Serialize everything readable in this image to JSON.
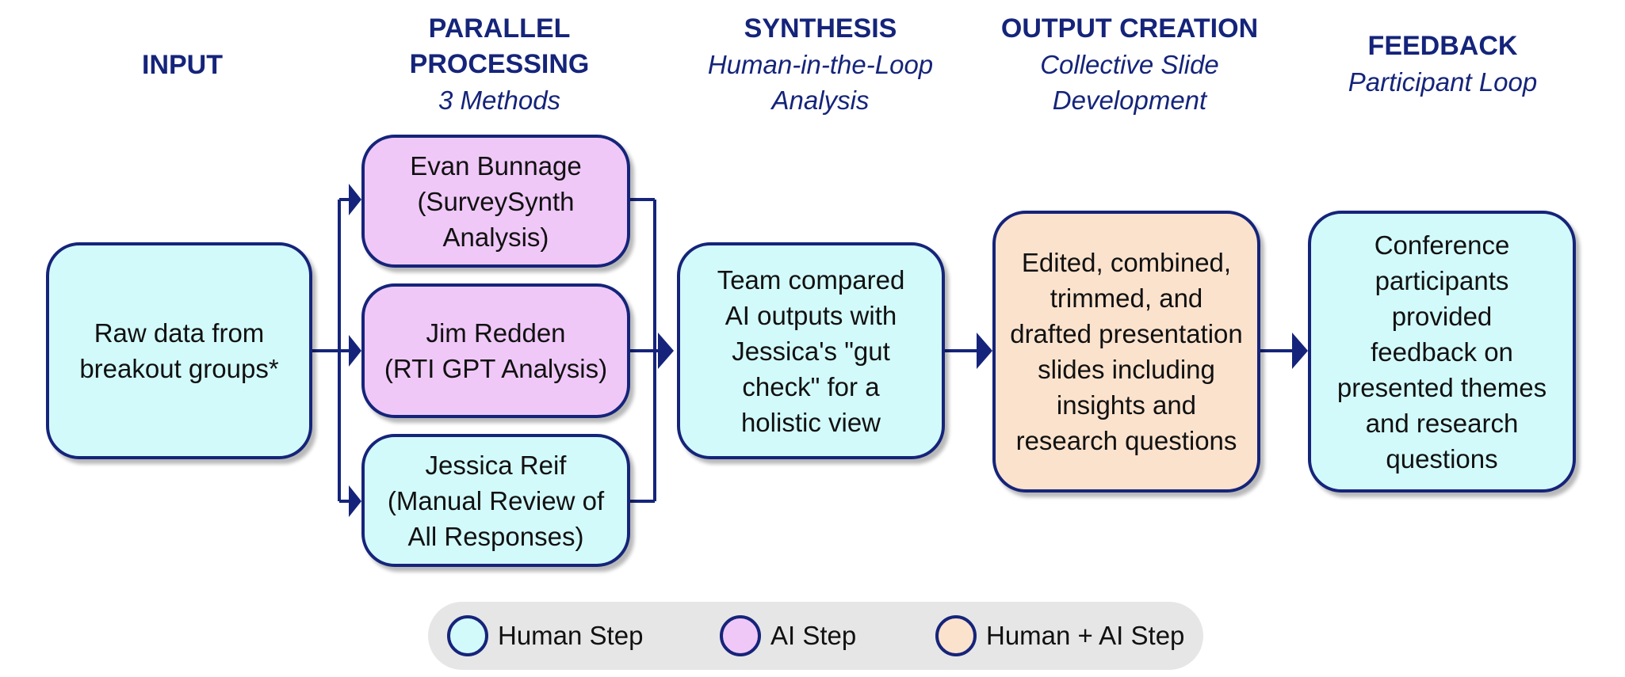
{
  "colors": {
    "navy": "#15247a",
    "human": "#d3fafa",
    "ai": "#f0c8f8",
    "human_ai": "#fbe2cd",
    "legend_bg": "#e6e6e6"
  },
  "headers": {
    "input": {
      "title": "INPUT"
    },
    "parallel": {
      "title_line1": "PARALLEL",
      "title_line2": "PROCESSING",
      "subtitle": "3 Methods"
    },
    "synthesis": {
      "title": "SYNTHESIS",
      "subtitle_line1": "Human-in-the-Loop",
      "subtitle_line2": "Analysis"
    },
    "output": {
      "title": "OUTPUT CREATION",
      "subtitle_line1": "Collective Slide",
      "subtitle_line2": "Development"
    },
    "feedback": {
      "title": "FEEDBACK",
      "subtitle": "Participant  Loop"
    }
  },
  "nodes": {
    "input": {
      "type": "human",
      "lines": [
        "Raw data from",
        "breakout groups*"
      ]
    },
    "evan": {
      "type": "ai",
      "lines": [
        "Evan Bunnage",
        "(SurveySynth",
        "Analysis)"
      ]
    },
    "jim": {
      "type": "ai",
      "lines": [
        "Jim Redden",
        "(RTI GPT Analysis)"
      ]
    },
    "jessica": {
      "type": "human",
      "lines": [
        "Jessica Reif",
        "(Manual Review of",
        "All Responses)"
      ]
    },
    "synthesis": {
      "type": "human",
      "lines": [
        "Team compared",
        "AI outputs with",
        "Jessica's \"gut",
        "check\" for a",
        "holistic view"
      ]
    },
    "output": {
      "type": "human_ai",
      "lines": [
        "Edited, combined,",
        "trimmed, and",
        "drafted presentation",
        "slides including",
        "insights and",
        "research questions"
      ]
    },
    "feedback": {
      "type": "human",
      "lines": [
        "Conference",
        "participants provided",
        "feedback on",
        "presented themes",
        "and research",
        "questions"
      ]
    }
  },
  "legend": [
    {
      "key": "human",
      "label": "Human Step",
      "color": "#d3fafa"
    },
    {
      "key": "ai",
      "label": "AI Step",
      "color": "#f0c8f8"
    },
    {
      "key": "human_ai",
      "label": "Human + AI Step",
      "color": "#fbe2cd"
    }
  ]
}
